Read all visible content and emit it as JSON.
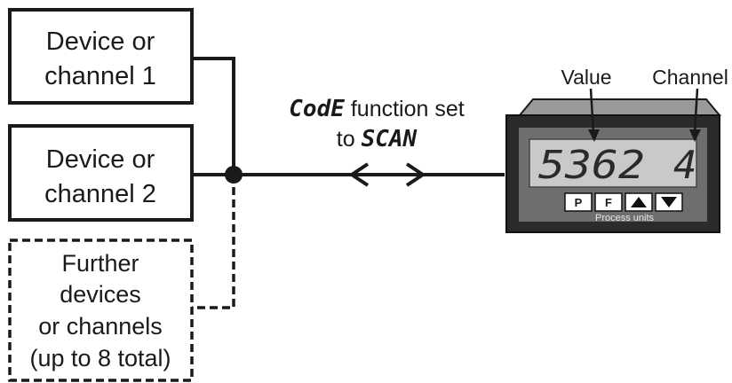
{
  "devices": [
    {
      "lines": [
        "Device or",
        "channel 1"
      ],
      "style": "solid"
    },
    {
      "lines": [
        "Device or",
        "channel 2"
      ],
      "style": "solid"
    },
    {
      "lines": [
        "Further",
        "devices",
        "or channels",
        "(up to 8 total)"
      ],
      "style": "dashed"
    }
  ],
  "annotation": {
    "code_word": "CodE",
    "line1_rest": " function set",
    "line2_prefix": "to ",
    "scan_word": "SCAN"
  },
  "meter": {
    "value_label": "Value",
    "channel_label": "Channel",
    "display_value": "5362",
    "display_channel": "4",
    "buttons": [
      "P",
      "F",
      "▲",
      "▼"
    ],
    "units_label": "Process units"
  },
  "colors": {
    "ink": "#1a1a1a",
    "meter_body": "#2b2b2b",
    "meter_bezel": "#6e6e6e",
    "lcd_background": "#c9c9c9"
  }
}
